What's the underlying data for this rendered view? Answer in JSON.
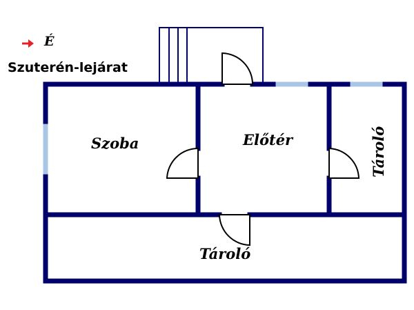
{
  "legend": {
    "north_label": "É",
    "entrance_label": "Szuterén-lejárat",
    "arrow_icon": "right-arrow-icon"
  },
  "rooms": {
    "room": "Szoba",
    "hall": "Előtér",
    "storage_right": "Tároló",
    "storage_bottom": "Tároló"
  },
  "colors": {
    "wall": "#00006b",
    "window": "#a9c6e6",
    "arrow": "#e8202a",
    "door": "#000000"
  }
}
